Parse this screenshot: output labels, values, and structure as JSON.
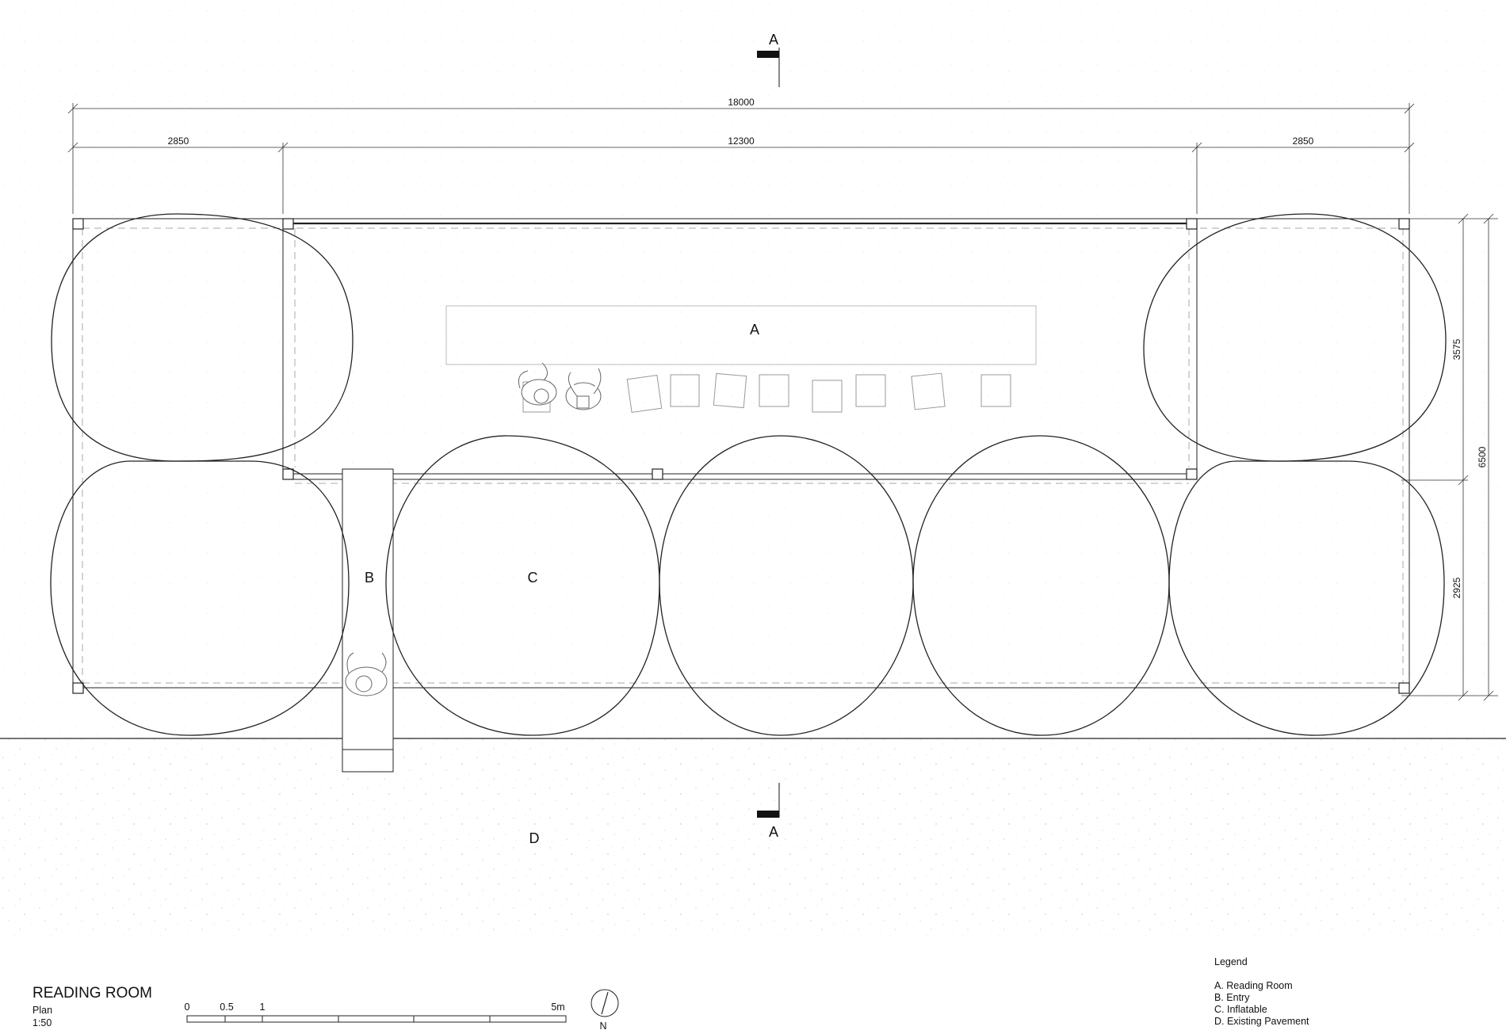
{
  "section_marks": {
    "top": "A",
    "bottom": "A"
  },
  "dimensions": {
    "overall": "18000",
    "left_bay": "2850",
    "center_bay": "12300",
    "right_bay": "2850",
    "depth_total": "6500",
    "depth_north": "3575",
    "depth_south": "2925"
  },
  "zones": {
    "a": "A",
    "b": "B",
    "c": "C",
    "d": "D"
  },
  "title_block": {
    "title": "READING ROOM",
    "view": "Plan",
    "scale": "1:50"
  },
  "scale_bar": {
    "tick_0": "0",
    "tick_05": "0.5",
    "tick_1": "1",
    "tick_5": "5m"
  },
  "north_arrow": {
    "label": "N"
  },
  "legend": {
    "heading": "Legend",
    "items": [
      "A. Reading Room",
      "B. Entry",
      "C. Inflatable",
      "D. Existing Pavement"
    ]
  }
}
